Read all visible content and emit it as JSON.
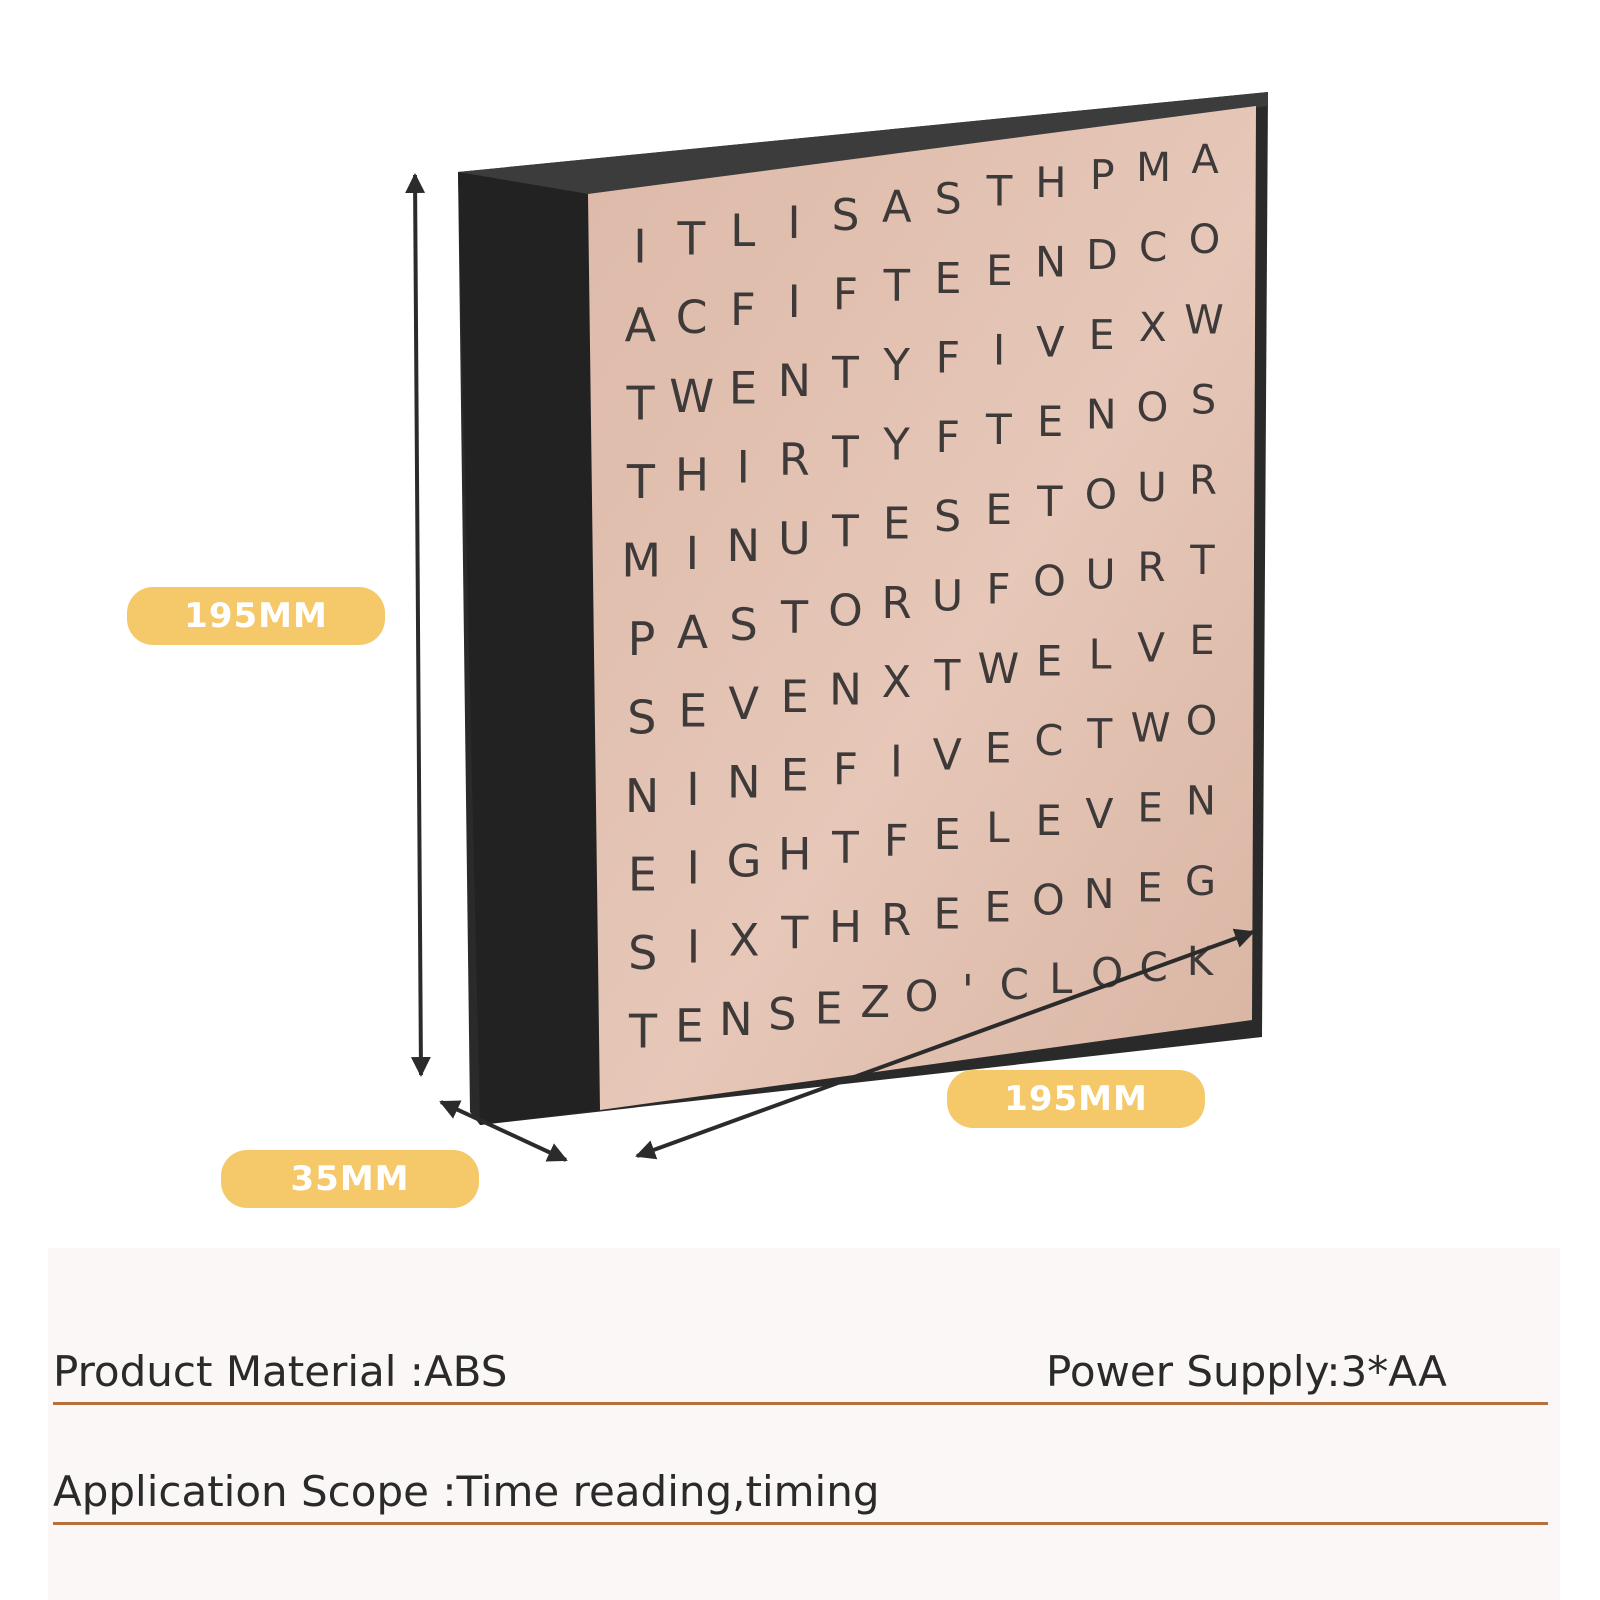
{
  "colors": {
    "pill": "#f5c96a",
    "pill_text": "#ffffff",
    "rule": "#b5713d",
    "band": "#fbf7f6",
    "frame": "#2a2a2a",
    "frame_top": "#3a3a3a",
    "face": "#e2bfae",
    "letter": "#3e3a3a"
  },
  "dimensions": {
    "height_label": "195MM",
    "width_label": "195MM",
    "depth_label": "35MM"
  },
  "letter_grid": [
    [
      "I",
      "T",
      "L",
      "I",
      "S",
      "A",
      "S",
      "T",
      "H",
      "P",
      "M",
      "A"
    ],
    [
      "A",
      "C",
      "F",
      "I",
      "F",
      "T",
      "E",
      "E",
      "N",
      "D",
      "C",
      "O"
    ],
    [
      "T",
      "W",
      "E",
      "N",
      "T",
      "Y",
      "F",
      "I",
      "V",
      "E",
      "X",
      "W"
    ],
    [
      "T",
      "H",
      "I",
      "R",
      "T",
      "Y",
      "F",
      "T",
      "E",
      "N",
      "O",
      "S"
    ],
    [
      "M",
      "I",
      "N",
      "U",
      "T",
      "E",
      "S",
      "E",
      "T",
      "O",
      "U",
      "R"
    ],
    [
      "P",
      "A",
      "S",
      "T",
      "O",
      "R",
      "U",
      "F",
      "O",
      "U",
      "R",
      "T"
    ],
    [
      "S",
      "E",
      "V",
      "E",
      "N",
      "X",
      "T",
      "W",
      "E",
      "L",
      "V",
      "E"
    ],
    [
      "N",
      "I",
      "N",
      "E",
      "F",
      "I",
      "V",
      "E",
      "C",
      "T",
      "W",
      "O"
    ],
    [
      "E",
      "I",
      "G",
      "H",
      "T",
      "F",
      "E",
      "L",
      "E",
      "V",
      "E",
      "N"
    ],
    [
      "S",
      "I",
      "X",
      "T",
      "H",
      "R",
      "E",
      "E",
      "O",
      "N",
      "E",
      "G"
    ],
    [
      "T",
      "E",
      "N",
      "S",
      "E",
      "Z",
      "O",
      "'",
      "C",
      "L",
      "O",
      "C",
      "K"
    ]
  ],
  "specs": {
    "material": "Product Material :ABS",
    "power": "Power Supply:3*AA",
    "scope": "Application Scope :Time reading,timing"
  }
}
